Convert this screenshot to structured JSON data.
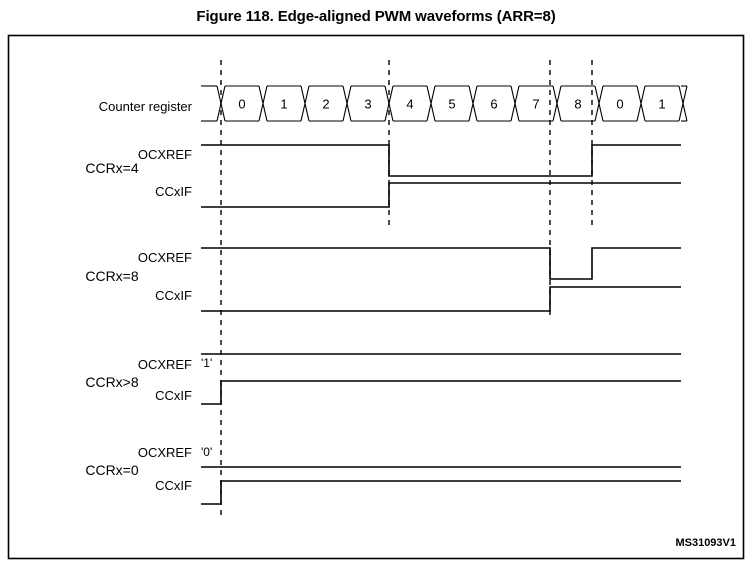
{
  "figure": {
    "title": "Figure 118. Edge-aligned PWM waveforms (ARR=8)",
    "credit": "MS31093V1"
  },
  "counter_row": {
    "label": "Counter register",
    "values": [
      "0",
      "1",
      "2",
      "3",
      "4",
      "5",
      "6",
      "7",
      "8",
      "0",
      "1"
    ]
  },
  "signals": {
    "ocxref": "OCXREF",
    "ccxif": "CCxIF"
  },
  "levels": {
    "high": "'1'",
    "low": "'0'"
  },
  "groups": [
    {
      "label": "CCRx=4"
    },
    {
      "label": "CCRx=8"
    },
    {
      "label": "CCRx>8"
    },
    {
      "label": "CCRx=0"
    }
  ],
  "chart_data": {
    "type": "line",
    "title": "Figure 118. Edge-aligned PWM waveforms (ARR=8)",
    "xlabel": "Counter register",
    "ylabel": "",
    "grid": false,
    "legend": "none",
    "x": [
      0,
      1,
      2,
      3,
      4,
      5,
      6,
      7,
      8,
      0,
      1
    ],
    "annotations": [
      "'1'",
      "'0'"
    ],
    "reference_lines": [
      {
        "at_count": 0,
        "note": "period start"
      },
      {
        "at_count": 4,
        "note": "CCRx=4 compare match"
      },
      {
        "at_count": 8,
        "note": "CCRx=8 compare match"
      },
      {
        "at_count": "8-end",
        "note": "period end / counter overflow"
      }
    ],
    "series": [
      {
        "name": "CCRx=4 OCXREF",
        "group": "CCRx=4",
        "values": [
          1,
          1,
          1,
          1,
          0,
          0,
          0,
          0,
          0,
          1,
          1
        ]
      },
      {
        "name": "CCRx=4 CCxIF",
        "group": "CCRx=4",
        "values": [
          0,
          0,
          0,
          0,
          1,
          1,
          1,
          1,
          1,
          1,
          1
        ]
      },
      {
        "name": "CCRx=8 OCXREF",
        "group": "CCRx=8",
        "values": [
          1,
          1,
          1,
          1,
          1,
          1,
          1,
          1,
          0,
          1,
          1
        ]
      },
      {
        "name": "CCRx=8 CCxIF",
        "group": "CCRx=8",
        "values": [
          0,
          0,
          0,
          0,
          0,
          0,
          0,
          0,
          1,
          1,
          1
        ]
      },
      {
        "name": "CCRx>8 OCXREF",
        "group": "CCRx>8",
        "values": [
          1,
          1,
          1,
          1,
          1,
          1,
          1,
          1,
          1,
          1,
          1
        ]
      },
      {
        "name": "CCRx>8 CCxIF",
        "group": "CCRx>8",
        "values": [
          1,
          1,
          1,
          1,
          1,
          1,
          1,
          1,
          1,
          1,
          1
        ]
      },
      {
        "name": "CCRx=0 OCXREF",
        "group": "CCRx=0",
        "values": [
          0,
          0,
          0,
          0,
          0,
          0,
          0,
          0,
          0,
          0,
          0
        ]
      },
      {
        "name": "CCRx=0 CCxIF",
        "group": "CCRx=0",
        "values": [
          1,
          1,
          1,
          1,
          1,
          1,
          1,
          1,
          1,
          1,
          1
        ]
      }
    ]
  }
}
